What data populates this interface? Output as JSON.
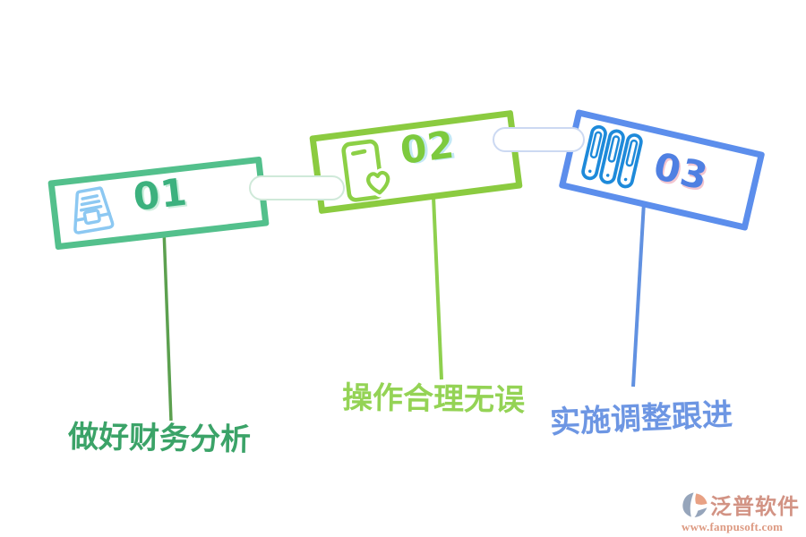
{
  "diagram": {
    "type": "three-step process infographic",
    "steps": [
      {
        "number": "01",
        "label": "做好财务分析",
        "icon": "archive-tray-icon",
        "colors": {
          "box_border": "#53c08c",
          "number": "#3cb17e",
          "icon": "#8cc8f2",
          "line": "#5ca04f",
          "label": "#3ba368"
        }
      },
      {
        "number": "02",
        "label": "操作合理无误",
        "icon": "phone-heart-icon",
        "colors": {
          "box_border": "#8bcb40",
          "number": "#7dca3e",
          "icon": "#8cd046",
          "line": "#8ed04e",
          "label": "#94d355"
        }
      },
      {
        "number": "03",
        "label": "实施调整跟进",
        "icon": "binders-icon",
        "colors": {
          "box_border": "#5c8eec",
          "number": "#4f80e2",
          "icon": "#1e8ada",
          "line": "#6191e1",
          "label": "#6d96e3"
        }
      }
    ],
    "connectors": [
      {
        "shape": "pill",
        "border_color": "#cfe9d9"
      },
      {
        "shape": "pill",
        "border_color": "#ccd9f2"
      }
    ]
  },
  "watermark": {
    "brand": "泛普软件",
    "url": "www.fanpusoft.com",
    "brand_color": "#d29384",
    "url_color": "#dd9a82"
  }
}
